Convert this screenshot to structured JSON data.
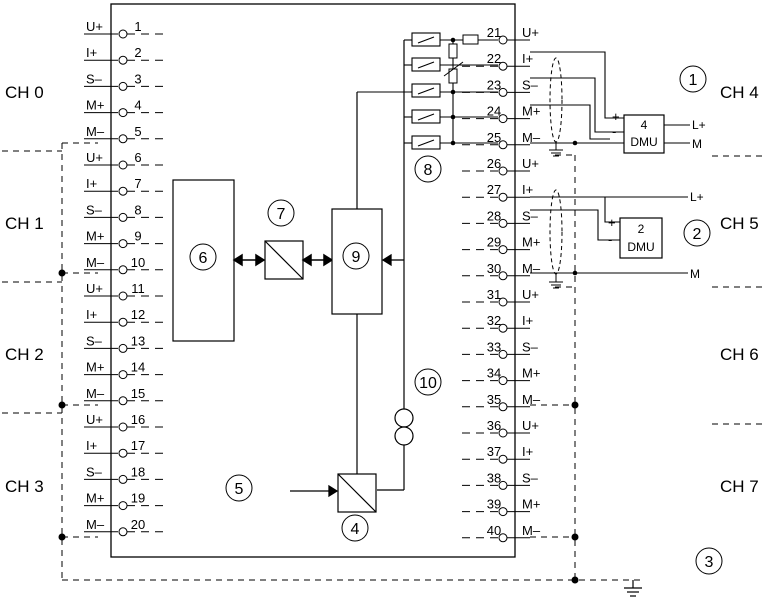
{
  "channels_left": [
    "CH 0",
    "CH 1",
    "CH 2",
    "CH 3"
  ],
  "channels_right": [
    "CH 4",
    "CH 5",
    "CH 6",
    "CH 7"
  ],
  "left_terminals": [
    {
      "signal": "U+",
      "number": "1"
    },
    {
      "signal": "I+",
      "number": "2"
    },
    {
      "signal": "S–",
      "number": "3"
    },
    {
      "signal": "M+",
      "number": "4"
    },
    {
      "signal": "M–",
      "number": "5"
    },
    {
      "signal": "U+",
      "number": "6"
    },
    {
      "signal": "I+",
      "number": "7"
    },
    {
      "signal": "S–",
      "number": "8"
    },
    {
      "signal": "M+",
      "number": "9"
    },
    {
      "signal": "M–",
      "number": "10"
    },
    {
      "signal": "U+",
      "number": "11"
    },
    {
      "signal": "I+",
      "number": "12"
    },
    {
      "signal": "S–",
      "number": "13"
    },
    {
      "signal": "M+",
      "number": "14"
    },
    {
      "signal": "M–",
      "number": "15"
    },
    {
      "signal": "U+",
      "number": "16"
    },
    {
      "signal": "I+",
      "number": "17"
    },
    {
      "signal": "S–",
      "number": "18"
    },
    {
      "signal": "M+",
      "number": "19"
    },
    {
      "signal": "M–",
      "number": "20"
    }
  ],
  "right_terminals": [
    {
      "signal": "U+",
      "number": "21"
    },
    {
      "signal": "I+",
      "number": "22"
    },
    {
      "signal": "S–",
      "number": "23"
    },
    {
      "signal": "M+",
      "number": "24"
    },
    {
      "signal": "M–",
      "number": "25"
    },
    {
      "signal": "U+",
      "number": "26"
    },
    {
      "signal": "I+",
      "number": "27"
    },
    {
      "signal": "S–",
      "number": "28"
    },
    {
      "signal": "M+",
      "number": "29"
    },
    {
      "signal": "M–",
      "number": "30"
    },
    {
      "signal": "U+",
      "number": "31"
    },
    {
      "signal": "I+",
      "number": "32"
    },
    {
      "signal": "S–",
      "number": "33"
    },
    {
      "signal": "M+",
      "number": "34"
    },
    {
      "signal": "M–",
      "number": "35"
    },
    {
      "signal": "U+",
      "number": "36"
    },
    {
      "signal": "I+",
      "number": "37"
    },
    {
      "signal": "S–",
      "number": "38"
    },
    {
      "signal": "M+",
      "number": "39"
    },
    {
      "signal": "M–",
      "number": "40"
    }
  ],
  "callouts": {
    "c1": "1",
    "c2": "2",
    "c3": "3",
    "c4": "4",
    "c5": "5",
    "c6": "6",
    "c7": "7",
    "c8": "8",
    "c9": "9",
    "c10": "10"
  },
  "transducer_4wire": {
    "number": "4",
    "label": "DMU",
    "plus": "+",
    "minus": "-"
  },
  "transducer_2wire": {
    "number": "2",
    "label": "DMU",
    "plus": "+",
    "minus": "-"
  },
  "rails": {
    "l_plus_1": "L+",
    "m_1": "M",
    "l_plus_2": "L+",
    "m_2": "M"
  }
}
